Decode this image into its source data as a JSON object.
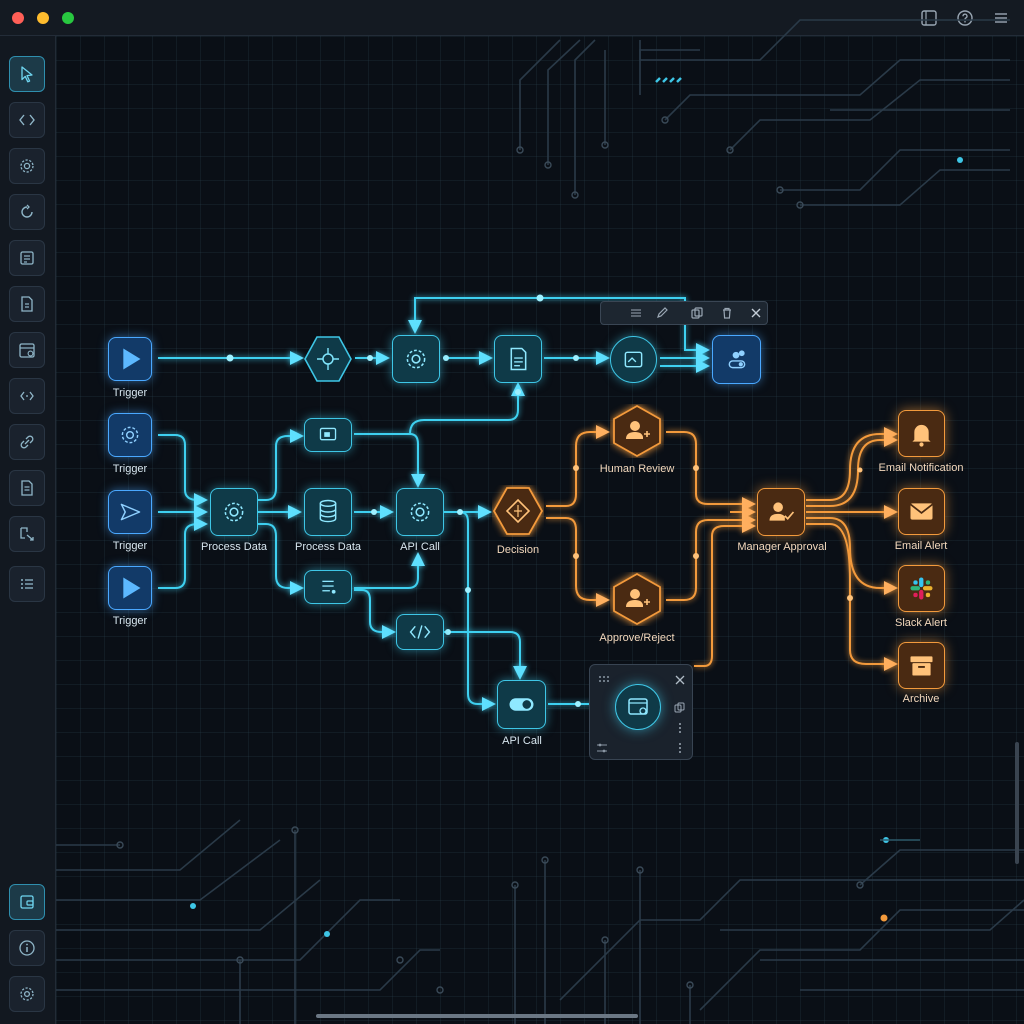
{
  "window": {
    "controls": [
      "close",
      "minimize",
      "maximize"
    ],
    "toolbar_icons": [
      "panel-icon",
      "help-icon",
      "menu-icon"
    ]
  },
  "sidebar": {
    "top_tools": [
      "cursor-icon",
      "code-icon",
      "gear-icon",
      "loop-icon",
      "form-icon",
      "document-icon",
      "calendar-icon",
      "code-icon",
      "link-icon",
      "file-icon",
      "transform-icon",
      "list-icon"
    ],
    "bottom_tools": [
      "wallet-icon",
      "info-icon",
      "settings-icon"
    ],
    "active": "cursor-icon"
  },
  "nodes": {
    "trigger_1": "Trigger",
    "trigger_2": "Trigger",
    "trigger_3": "Trigger",
    "trigger_4": "Trigger",
    "process_data_1": "Process Data",
    "process_data_2": "Process Data",
    "api_call_1": "API Call",
    "api_call_2": "API Call",
    "decision": "Decision",
    "human_review": "Human Review",
    "approve_reject": "Approve/Reject",
    "manager_approval": "Manager Approval",
    "email_notification": "Email Notification",
    "email_alert": "Email Alert",
    "slack_alert": "Slack Alert",
    "archive": "Archive"
  },
  "node_toolbar": [
    "menu-icon",
    "edit-icon",
    "copy-icon",
    "delete-icon",
    "close-icon"
  ],
  "config_panel": [
    "grip-icon",
    "close-icon",
    "copy-icon",
    "more-icon",
    "sliders-icon"
  ],
  "colors": {
    "cyan": "#3ec6e6",
    "orange": "#f39a3c",
    "blue": "#4aa8ff",
    "background": "#0a0f16"
  }
}
